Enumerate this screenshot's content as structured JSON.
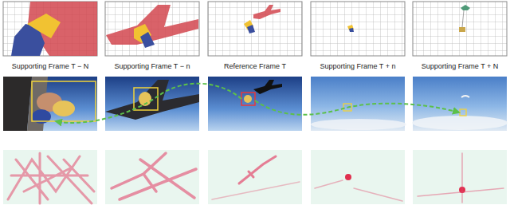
{
  "diagram": {
    "labels": [
      "Supporting Frame T − N",
      "Supporting Frame T − n",
      "Reference Frame T",
      "Supporting Frame T + n",
      "Supporting Frame T + N"
    ]
  }
}
